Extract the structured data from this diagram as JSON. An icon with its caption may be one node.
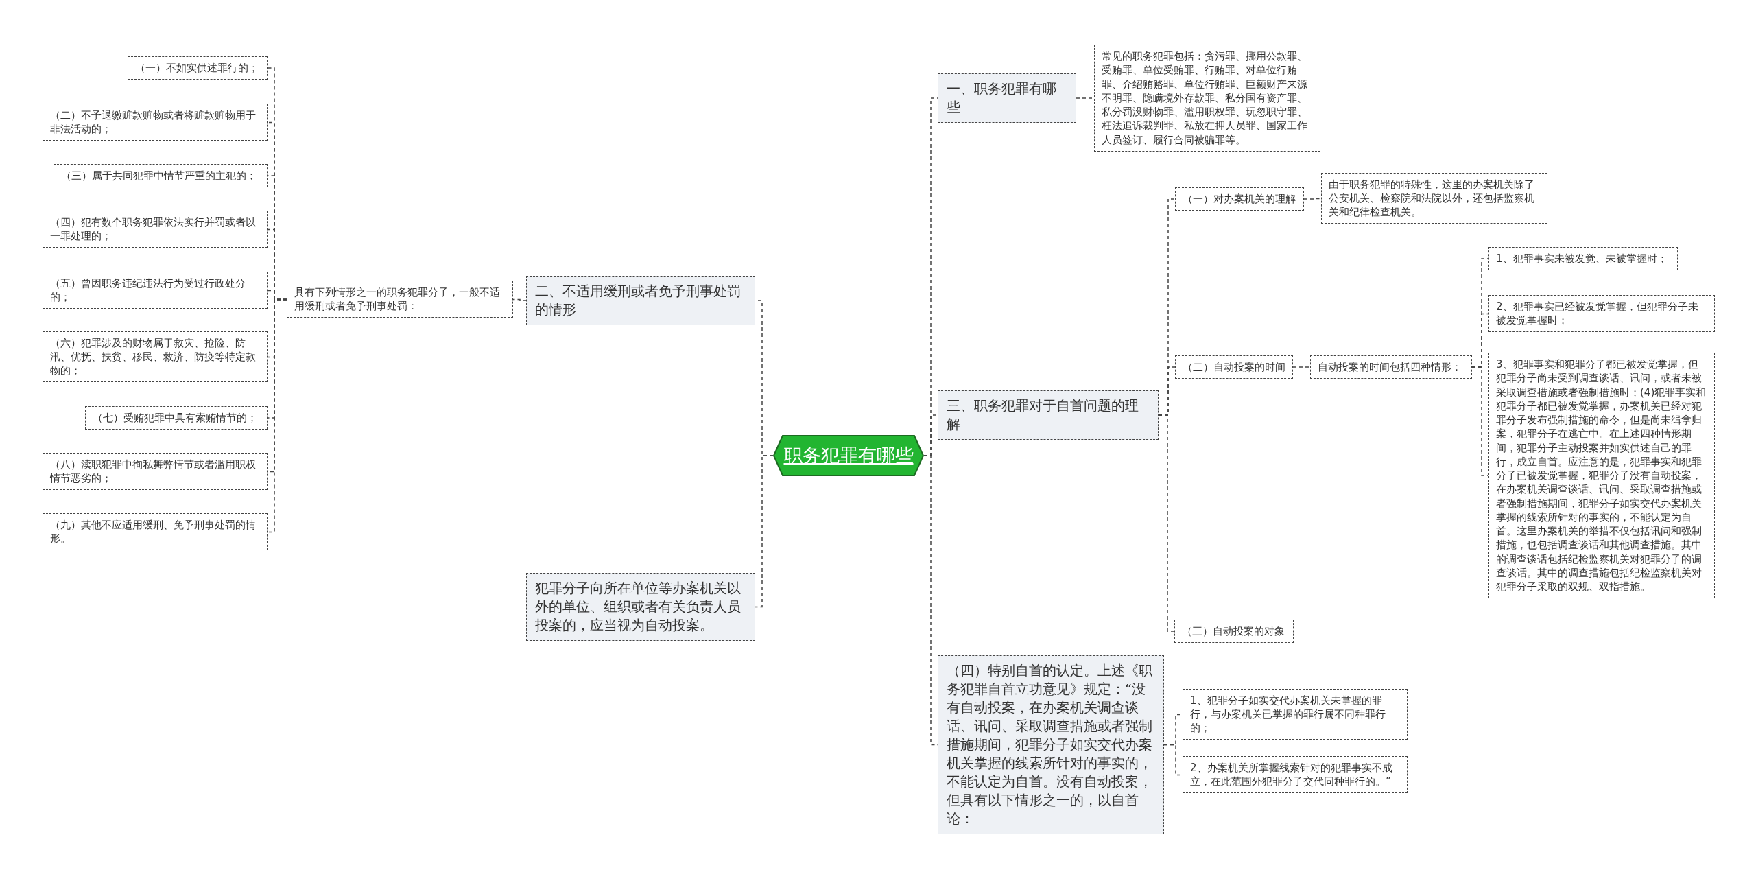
{
  "diagram": {
    "nodes": [
      {
        "text": [
          "职务犯罪有哪些"
        ]
      },
      {
        "text": [
          "二、不适用缓刑或者免予刑事处罚的情形"
        ]
      },
      {
        "text": [
          "具有下列情形之一的职务犯罪分子，一般不适用缓刑或者免予刑事处罚："
        ]
      },
      {
        "text": [
          "（一）不如实供述罪行的；"
        ]
      },
      {
        "text": [
          "（二）不予退缴赃款赃物或者将赃款赃物用于非法活动的；"
        ]
      },
      {
        "text": [
          "（三）属于共同犯罪中情节严重的主犯的；"
        ]
      },
      {
        "text": [
          "（四）犯有数个职务犯罪依法实行并罚或者以一罪处理的；"
        ]
      },
      {
        "text": [
          "（五）曾因职务违纪违法行为受过行政处分的；"
        ]
      },
      {
        "text": [
          "（六）犯罪涉及的财物属于救灾、抢险、防汛、优抚、扶贫、移民、救济、防疫等特定款物的；"
        ]
      },
      {
        "text": [
          "（七）受贿犯罪中具有索贿情节的；"
        ]
      },
      {
        "text": [
          "（八）渎职犯罪中徇私舞弊情节或者滥用职权情节恶劣的；"
        ]
      },
      {
        "text": [
          "（九）其他不应适用缓刑、免予刑事处罚的情形。"
        ]
      },
      {
        "text": [
          "犯罪分子向所在单位等办案机关以外的单位、组织或者有关负责人员投案的，应当视为自动投案。"
        ]
      },
      {
        "text": [
          "一、职务犯罪有哪些"
        ]
      },
      {
        "text": [
          "常见的职务犯罪包括：贪污罪、挪用公款罪、受贿罪、单位受贿罪、行贿罪、对单位行贿罪、介绍贿赂罪、单位行贿罪、巨额财产来源不明罪、隐瞒境外存款罪、私分国有资产罪、私分罚没财物罪、滥用职权罪、玩忽职守罪、枉法追诉裁判罪、私放在押人员罪、国家工作人员签订、履行合同被骗罪等。"
        ]
      },
      {
        "text": [
          "三、职务犯罪对于自首问题的理解"
        ]
      },
      {
        "text": [
          "（一）对办案机关的理解"
        ]
      },
      {
        "text": [
          "由于职务犯罪的特殊性，这里的办案机关除了公安机关、检察院和法院以外，还包括监察机关和纪律检查机关。"
        ]
      },
      {
        "text": [
          "（二）自动投案的时间"
        ]
      },
      {
        "text": [
          "自动投案的时间包括四种情形："
        ]
      },
      {
        "text": [
          "1、犯罪事实未被发觉、未被掌握时；"
        ]
      },
      {
        "text": [
          "2、犯罪事实已经被发觉掌握，但犯罪分子未被发觉掌握时；"
        ]
      },
      {
        "text": [
          "3、犯罪事实和犯罪分子都已被发觉掌握，但犯罪分子尚未受到调查谈话、讯问，或者未被采取调查措施或者强制措施时；(4)犯罪事实和犯罪分子都已被发觉掌握，办案机关已经对犯罪分子发布强制措施的命令，但是尚未缉拿归案，犯罪分子在逃亡中。在上述四种情形期间，犯罪分子主动投案并如实供述自己的罪行，成立自首。应注意的是，犯罪事实和犯罪分子已被发觉掌握，犯罪分子没有自动投案，在办案机关调查谈话、讯问、采取调查措施或者强制措施期间，犯罪分子如实交代办案机关掌握的线索所针对的事实的，不能认定为自首。这里办案机关的举措不仅包括讯问和强制措施，也包括调查谈话和其他调查措施。其中的调查谈话包括纪检监察机关对犯罪分子的调查谈话。其中的调查措施包括纪检监察机关对犯罪分子采取的双规、双指措施。"
        ]
      },
      {
        "text": [
          "（三）自动投案的对象"
        ]
      },
      {
        "text": [
          "（四）特别自首的认定。上述《职务犯罪自首立功意见》规定：“没有自动投案，在办案机关调查谈话、讯问、采取调查措施或者强制措施期间，犯罪分子如实交代办案机关掌握的线索所针对的事实的，不能认定为自首。没有自动投案，但具有以下情形之一的，以自首论："
        ]
      },
      {
        "text": [
          "1、犯罪分子如实交代办案机关未掌握的罪行，与办案机关已掌握的罪行属不同种罪行的；"
        ]
      },
      {
        "text": [
          "2、办案机关所掌握线索针对的犯罪事实不成立，在此范围外犯罪分子交代同种罪行的。”"
        ]
      }
    ],
    "edges": [
      {
        "from": 0,
        "to": 1,
        "arrow": "none"
      },
      {
        "from": 1,
        "to": 2,
        "arrow": "none"
      },
      {
        "from": 2,
        "to": 3,
        "arrow": "none"
      },
      {
        "from": 2,
        "to": 4,
        "arrow": "none"
      },
      {
        "from": 2,
        "to": 5,
        "arrow": "none"
      },
      {
        "from": 2,
        "to": 6,
        "arrow": "none"
      },
      {
        "from": 2,
        "to": 7,
        "arrow": "none"
      },
      {
        "from": 2,
        "to": 8,
        "arrow": "none"
      },
      {
        "from": 2,
        "to": 9,
        "arrow": "none"
      },
      {
        "from": 2,
        "to": 10,
        "arrow": "none"
      },
      {
        "from": 2,
        "to": 11,
        "arrow": "none"
      },
      {
        "from": 0,
        "to": 12,
        "arrow": "none"
      },
      {
        "from": 0,
        "to": 13,
        "arrow": "none"
      },
      {
        "from": 13,
        "to": 14,
        "arrow": "none"
      },
      {
        "from": 0,
        "to": 15,
        "arrow": "none"
      },
      {
        "from": 15,
        "to": 16,
        "arrow": "none"
      },
      {
        "from": 16,
        "to": 17,
        "arrow": "none"
      },
      {
        "from": 15,
        "to": 18,
        "arrow": "none"
      },
      {
        "from": 18,
        "to": 19,
        "arrow": "none"
      },
      {
        "from": 19,
        "to": 20,
        "arrow": "none"
      },
      {
        "from": 19,
        "to": 21,
        "arrow": "none"
      },
      {
        "from": 19,
        "to": 22,
        "arrow": "none"
      },
      {
        "from": 15,
        "to": 23,
        "arrow": "none"
      },
      {
        "from": 0,
        "to": 24,
        "arrow": "none"
      },
      {
        "from": 24,
        "to": 25,
        "arrow": "none"
      },
      {
        "from": 24,
        "to": 26,
        "arrow": "none"
      }
    ]
  }
}
